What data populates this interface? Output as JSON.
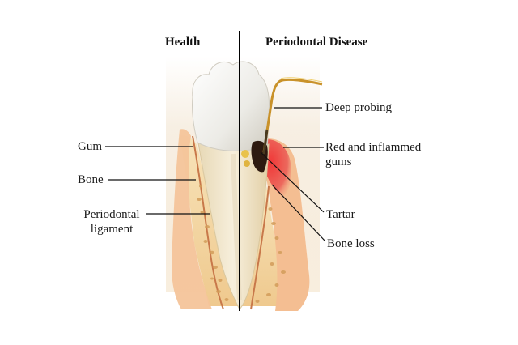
{
  "headers": {
    "left": "Health",
    "right": "Periodontal Disease"
  },
  "labels": {
    "gum": "Gum",
    "bone": "Bone",
    "periodontal_ligament_line1": "Periodontal",
    "periodontal_ligament_line2": "ligament",
    "deep_probing": "Deep probing",
    "red_inflamed_line1": "Red and inflammed",
    "red_inflamed_line2": "gums",
    "tartar": "Tartar",
    "bone_loss": "Bone loss"
  },
  "colors": {
    "enamel": "#f2f0ea",
    "root": "#efe6cf",
    "bone": "#f3d7a6",
    "bone_pores": "#cf9a56",
    "gum": "#f2b58a",
    "inflamed": "#ea4a4a",
    "tartar": "#2a1a10",
    "probe": "#d09a2a"
  }
}
